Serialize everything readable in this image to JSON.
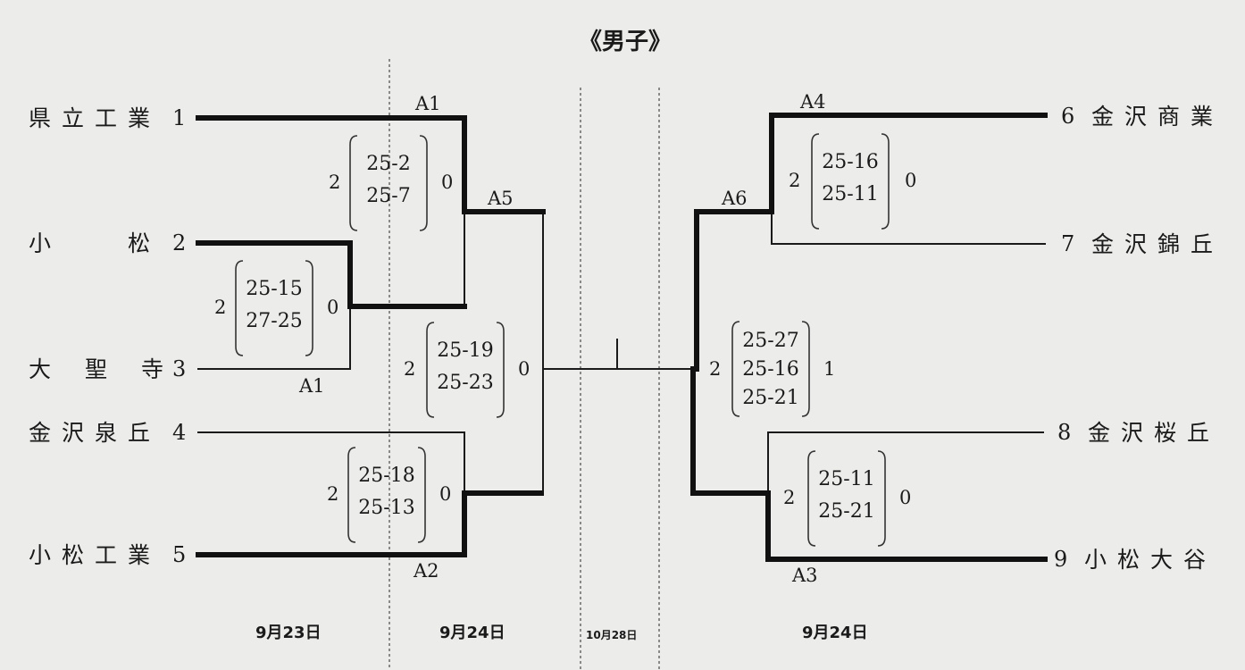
{
  "title": "《男子》",
  "teams": [
    {
      "seed": "1",
      "name": "県立工業"
    },
    {
      "seed": "2",
      "name": "小　　松"
    },
    {
      "seed": "3",
      "name": "大聖寺"
    },
    {
      "seed": "4",
      "name": "金沢泉丘"
    },
    {
      "seed": "5",
      "name": "小松工業"
    },
    {
      "seed": "6",
      "name": "金沢商業"
    },
    {
      "seed": "7",
      "name": "金沢錦丘"
    },
    {
      "seed": "8",
      "name": "金沢桜丘"
    },
    {
      "seed": "9",
      "name": "小松大谷"
    }
  ],
  "court_codes": {
    "m_1v23": "A1",
    "m_2v3": "A1",
    "m_4v5": "A2",
    "m_8v9": "A3",
    "m_6v7": "A4",
    "semi_left": "A5",
    "semi_right": "A6"
  },
  "matches": {
    "m_2v3": {
      "left": "2",
      "right": "0",
      "sets": [
        "25-15",
        "27-25"
      ]
    },
    "m_1v23": {
      "left": "2",
      "right": "0",
      "sets": [
        "25-2",
        "25-7"
      ]
    },
    "m_4v5": {
      "left": "2",
      "right": "0",
      "sets": [
        "25-18",
        "25-13"
      ]
    },
    "semi_left": {
      "left": "2",
      "right": "0",
      "sets": [
        "25-19",
        "25-23"
      ]
    },
    "m_6v7": {
      "left": "2",
      "right": "0",
      "sets": [
        "25-16",
        "25-11"
      ]
    },
    "m_8v9": {
      "left": "2",
      "right": "0",
      "sets": [
        "25-11",
        "25-21"
      ]
    },
    "semi_right": {
      "left": "2",
      "right": "1",
      "sets": [
        "25-27",
        "25-16",
        "25-21"
      ]
    }
  },
  "dates": {
    "round1": "9月23日",
    "round2_left": "9月24日",
    "final": "10月28日",
    "round2_right": "9月24日"
  }
}
